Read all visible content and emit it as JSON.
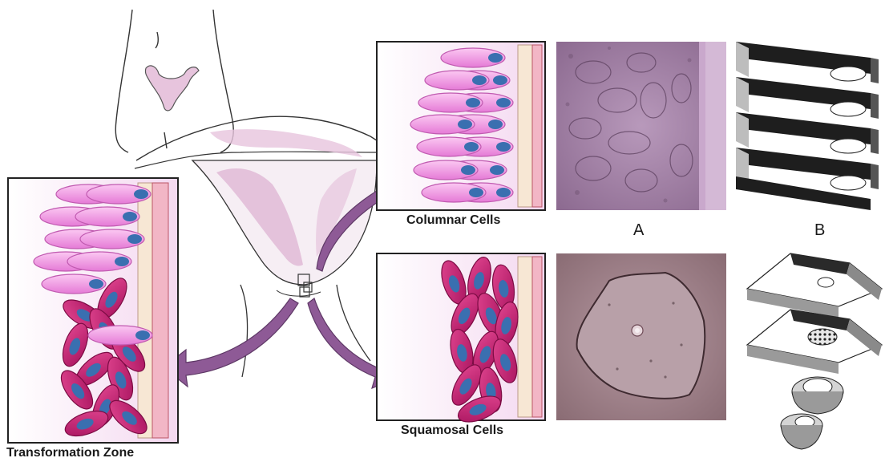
{
  "labels": {
    "columnar": "Columnar Cells",
    "squamosal": "Squamosal Cells",
    "transformation": "Transformation Zone",
    "panel_a": "A",
    "panel_b": "B"
  },
  "colors": {
    "cell_pink": "#f3a0e6",
    "cell_magenta": "#c8237a",
    "nucleus_blue": "#3a6fb0",
    "arrow_purple": "#8e5a96",
    "membrane_cream": "#f7e7d4",
    "uterus_pink": "#e7c4dd",
    "micro_columnar": "#a37fa6",
    "micro_squamous": "#9c7e86",
    "model_dark": "#2a2a2a",
    "model_gray": "#9a9a9a"
  },
  "icons": [
    "torso-outline-icon",
    "uterus-icon",
    "cervix-zoom-icon",
    "curved-arrow-icon",
    "layered-channel-model-icon",
    "stacked-tube-model-icon"
  ]
}
